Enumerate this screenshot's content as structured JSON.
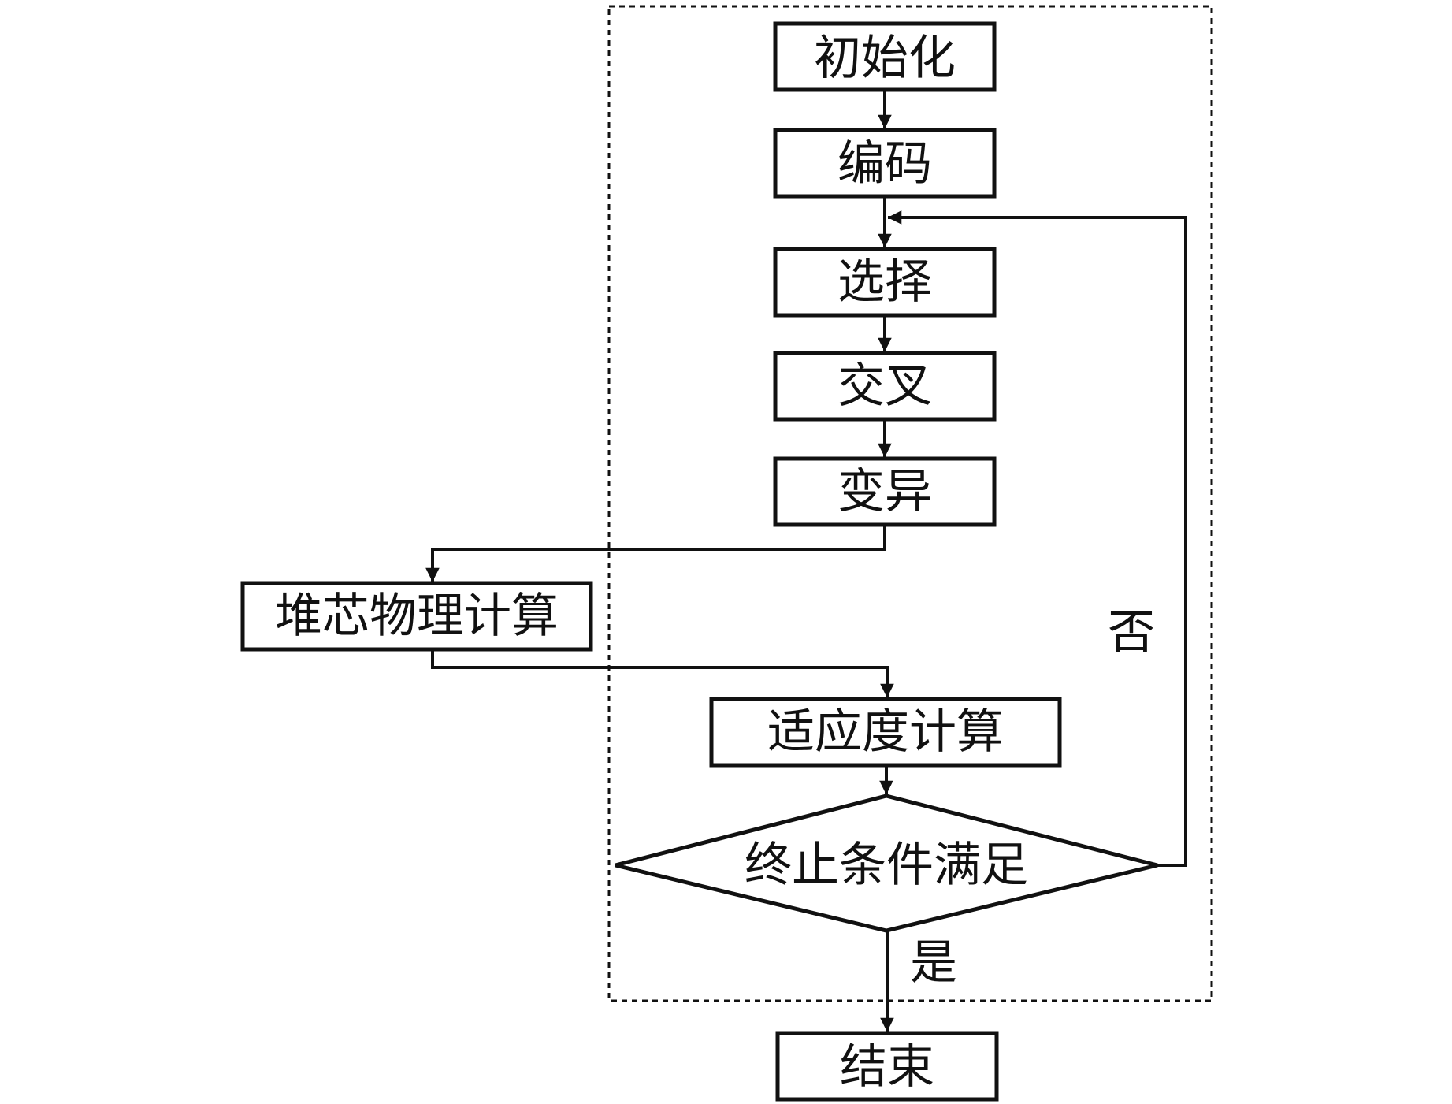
{
  "flowchart": {
    "nodes": {
      "init": "初始化",
      "encode": "编码",
      "select": "选择",
      "crossover": "交叉",
      "mutate": "变异",
      "core_physics": "堆芯物理计算",
      "fitness": "适应度计算",
      "terminate_check": "终止条件满足",
      "end": "结束"
    },
    "edge_labels": {
      "no": "否",
      "yes": "是"
    },
    "colors": {
      "stroke": "#111111",
      "background": "#ffffff"
    }
  }
}
